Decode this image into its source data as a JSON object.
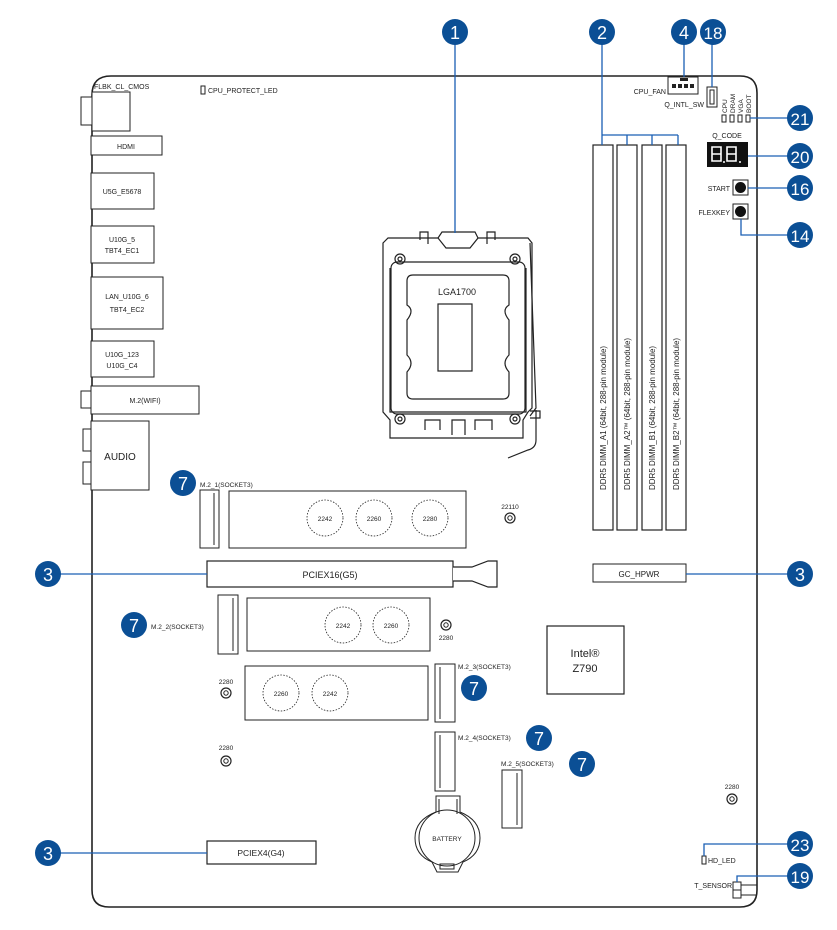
{
  "title": "Motherboard layout diagram",
  "colors": {
    "callout_fill": "#0b4f95",
    "callout_line": "#1a5fb4",
    "outline": "#222222",
    "qcode_bg": "#111111"
  },
  "rear_io": {
    "flbk": "FLBK_CL_CMOS",
    "hdmi": "HDMI",
    "usb1": "U5G_E5678",
    "usb2_line1": "U10G_5",
    "usb2_line2": "TBT4_EC1",
    "lan_line1": "LAN_U10G_6",
    "lan_line2": "TBT4_EC2",
    "usb3_line1": "U10G_123",
    "usb3_line2": "U10G_C4",
    "wifi": "M.2(WIFI)",
    "audio": "AUDIO"
  },
  "labels": {
    "cpu_protect_led": "CPU_PROTECT_LED",
    "cpu_socket": "LGA1700",
    "cpu_fan": "CPU_FAN",
    "q_intl_sw": "Q_INTL_SW",
    "q_leds": [
      "CPU",
      "DRAM",
      "VGA",
      "BOOT"
    ],
    "q_code": "Q_CODE",
    "q_code_display": "8.8.",
    "start": "START",
    "flexkey": "FLEXKEY",
    "dimms": [
      "DDR5 DIMM_A1 (64bit, 288-pin module)",
      "DDR5 DIMM_A2™ (64bit, 288-pin module)",
      "DDR5 DIMM_B1 (64bit, 288-pin module)",
      "DDR5 DIMM_B2™ (64bit, 288-pin module)"
    ],
    "m2_1": "M.2_1(SOCKET3)",
    "m2_2": "M.2_2(SOCKET3)",
    "m2_3": "M.2_3(SOCKET3)",
    "m2_4": "M.2_4(SOCKET3)",
    "m2_5": "M.2_5(SOCKET3)",
    "m2_1_sizes": [
      "2242",
      "2260",
      "2280"
    ],
    "m2_1_standoff": "22110",
    "m2_2_sizes": [
      "2242",
      "2260"
    ],
    "m2_2_standoff": "2280",
    "m2_3_sizes": [
      "2260",
      "2242"
    ],
    "m2_3_standoff": "2280",
    "m2_4_standoff": "2280",
    "right_standoff": "2280",
    "pciex16": "PCIEX16(G5)",
    "pciex4": "PCIEX4(G4)",
    "gc_hpwr": "GC_HPWR",
    "chipset_line1": "Intel®",
    "chipset_line2": "Z790",
    "battery": "BATTERY",
    "hd_led": "HD_LED",
    "t_sensor": "T_SENSOR"
  },
  "callouts": {
    "cpu": "1",
    "dimm": "2",
    "pcie_x16": "3",
    "gc_hpwr": "3",
    "pcie_x4": "3",
    "cpu_fan": "4",
    "m2_1": "7",
    "m2_2": "7",
    "m2_3": "7",
    "m2_4": "7",
    "m2_5": "7",
    "flexkey": "14",
    "start": "16",
    "q_intl_sw": "18",
    "t_sensor": "19",
    "q_code": "20",
    "q_led": "21",
    "hd_led": "23"
  }
}
